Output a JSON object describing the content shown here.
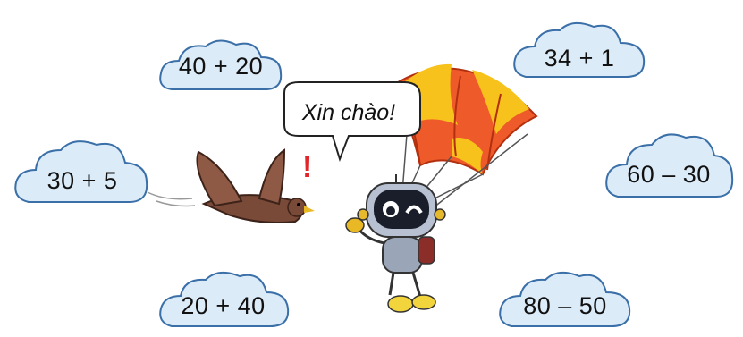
{
  "clouds": [
    {
      "id": "c1",
      "text": "40 + 20"
    },
    {
      "id": "c2",
      "text": "34 + 1"
    },
    {
      "id": "c3",
      "text": "30 + 5"
    },
    {
      "id": "c4",
      "text": "60 – 30"
    },
    {
      "id": "c5",
      "text": "20 + 40"
    },
    {
      "id": "c6",
      "text": "80 – 50"
    }
  ],
  "speech_bubble": {
    "text": "Xin chào!"
  },
  "exclamation": "!",
  "colors": {
    "cloud_fill": "#dcebf8",
    "cloud_stroke": "#3a6fa8",
    "parachute_orange": "#ef5a2a",
    "parachute_yellow": "#f7c21b",
    "robot_body": "#9aa6b8",
    "robot_dark": "#1a1e2b",
    "bird_brown": "#7a4a38",
    "alert_red": "#e0262b"
  }
}
